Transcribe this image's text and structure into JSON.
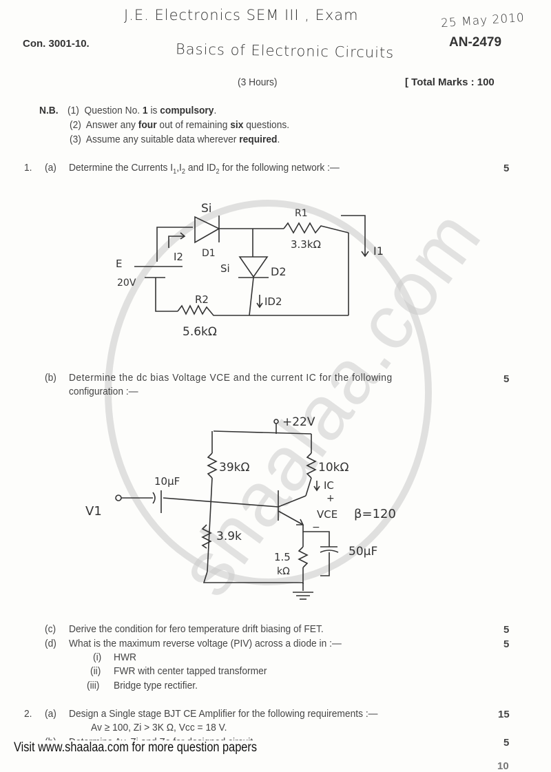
{
  "header": {
    "handwritten_title": "J.E. Electronics  SEM III , Exam",
    "handwritten_date": "25 May 2010",
    "handwritten_subject": "Basics of Electronic Circuits",
    "con_code": "Con. 3001-10.",
    "paper_code": "AN-2479",
    "duration": "(3 Hours)",
    "total_marks": "[ Total Marks : 100"
  },
  "instructions": {
    "label": "N.B.",
    "items": [
      {
        "num": "(1)",
        "pre": "Question No. ",
        "bold1": "1",
        "mid": " is ",
        "bold2": "compulsory",
        "post": "."
      },
      {
        "num": "(2)",
        "pre": "Answer any ",
        "bold1": "four",
        "mid": " out of remaining ",
        "bold2": "six",
        "post": " questions."
      },
      {
        "num": "(3)",
        "pre": "Assume any suitable data wherever ",
        "bold1": "",
        "mid": "",
        "bold2": "required",
        "post": "."
      }
    ]
  },
  "questions": {
    "q1": {
      "num": "1.",
      "a": {
        "label": "(a)",
        "text_pre": "Determine the Currents I",
        "sub1": "1",
        "text_mid1": ",I",
        "sub2": "2",
        "text_mid2": " and ID",
        "sub3": "2",
        "text_post": " for the following network :—",
        "marks": "5"
      },
      "b": {
        "label": "(b)",
        "line1": "Determine the dc bias Voltage VCE and the current IC for the following",
        "line2": "configuration :—",
        "marks": "5"
      },
      "c": {
        "label": "(c)",
        "text": "Derive the condition for fero temperature drift biasing of FET.",
        "marks": "5"
      },
      "d": {
        "label": "(d)",
        "text": "What is the maximum reverse voltage (PIV) across a diode in :—",
        "marks": "5",
        "subitems": [
          {
            "num": "(i)",
            "text": "HWR"
          },
          {
            "num": "(ii)",
            "text": "FWR with center tapped transformer"
          },
          {
            "num": "(iii)",
            "text": "Bridge type rectifier."
          }
        ]
      }
    },
    "q2": {
      "num": "2.",
      "a": {
        "label": "(a)",
        "line1": "Design a Single stage BJT CE Amplifier for the following requirements :—",
        "line2": "Av ≥ 100, Zi > 3K Ω, Vcc = 18 V.",
        "marks": "15"
      },
      "b": {
        "label": "(b)",
        "text": "Determine Av, Zi and Zo for designed circuit.",
        "marks": "5"
      },
      "next_marks_partial": "10"
    }
  },
  "circuit1": {
    "d1_type": "Si",
    "d1_label": "D1",
    "d2_type": "Si",
    "d2_label": "D2",
    "r1_label": "R1",
    "r1_value": "3.3kΩ",
    "r2_label": "R2",
    "r2_value": "5.6kΩ",
    "source_label": "E",
    "source_value": "20V",
    "i1": "I1",
    "i2": "I2",
    "id2": "ID2"
  },
  "circuit2": {
    "vcc": "+22V",
    "r_top_base": "39kΩ",
    "r_bottom_base": "3.9k",
    "rc": "10kΩ",
    "re_value": "1.5",
    "re_unit": "kΩ",
    "cin": "10μF",
    "ce": "50μF",
    "input_label": "V1",
    "ic_label": "IC",
    "vce_label": "VCE",
    "beta": "β=120",
    "plus": "+",
    "minus": "−"
  },
  "watermark": {
    "text": "shaalaa.com"
  },
  "footer": {
    "text": "Visit www.shaalaa.com for more question papers"
  }
}
